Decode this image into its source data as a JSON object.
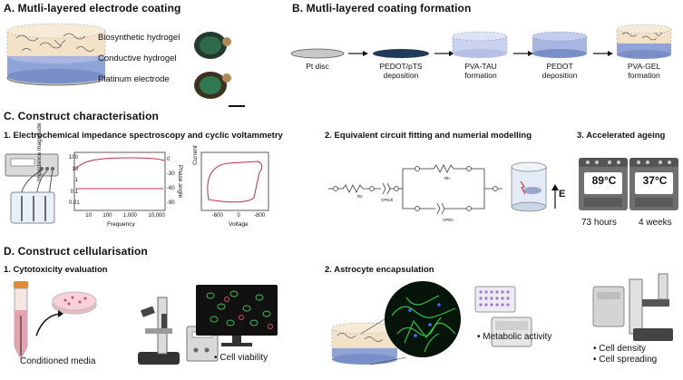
{
  "sectionA": {
    "title": "A. Mutli-layered electrode coating",
    "layers": [
      "Biosynthetic hydrogel",
      "Conductive hydrogel",
      "Platinum electrode"
    ]
  },
  "sectionB": {
    "title": "B. Mutli-layered coating formation",
    "steps": [
      {
        "line1": "Pt disc",
        "line2": ""
      },
      {
        "line1": "PEDOT/pTS",
        "line2": "deposition"
      },
      {
        "line1": "PVA-TAU",
        "line2": "formation"
      },
      {
        "line1": "PEDOT",
        "line2": "deposition"
      },
      {
        "line1": "PVA-GEL",
        "line2": "formation"
      }
    ]
  },
  "sectionC": {
    "title": "C. Construct  characterisation",
    "sub1": "1. Electrochemical impedance spectroscopy and cyclic voltammetry",
    "sub2": "2. Equivalent circuit fitting and numerial modelling",
    "sub3": "3. Accelerated ageing",
    "eis": {
      "ylabel_left": "Impedance magnitude",
      "ylabel_right": "Phase angle",
      "xlabel": "Frequency",
      "yticks_left": [
        "100",
        "10",
        "1",
        "0.1",
        "0.01"
      ],
      "yticks_right": [
        "0",
        "-30",
        "-60",
        "-90"
      ],
      "xticks": [
        "10",
        "100",
        "1,000",
        "10,000"
      ]
    },
    "cv": {
      "ylabel": "Current",
      "xlabel": "Voltage",
      "xticks": [
        "-600",
        "0",
        "-800"
      ]
    },
    "circuit": {
      "r1": "Rs",
      "c1": "CPEdl",
      "r2": "Rh",
      "c2": "CPEh",
      "field": "E"
    },
    "ageing": {
      "temp_hot": "89°C",
      "temp_body": "37°C",
      "equals": "=",
      "time_hot": "73 hours",
      "time_body": "4 weeks"
    }
  },
  "sectionD": {
    "title": "D. Construct cellularisation",
    "sub1": "1. Cytotoxicity evaluation",
    "sub2": "2. Astrocyte encapsulation",
    "media": "Conditioned media",
    "viability": "Cell viability",
    "metabolic": "Metabolic activity",
    "density": "Cell density",
    "spreading": "Cell spreading"
  },
  "colors": {
    "hydrogel_top": "#f3e2c8",
    "conductive": "#7a8fc8",
    "platinum": "#bdbdbd",
    "curve": "#c0304a",
    "pedot": "#1f3b57"
  }
}
